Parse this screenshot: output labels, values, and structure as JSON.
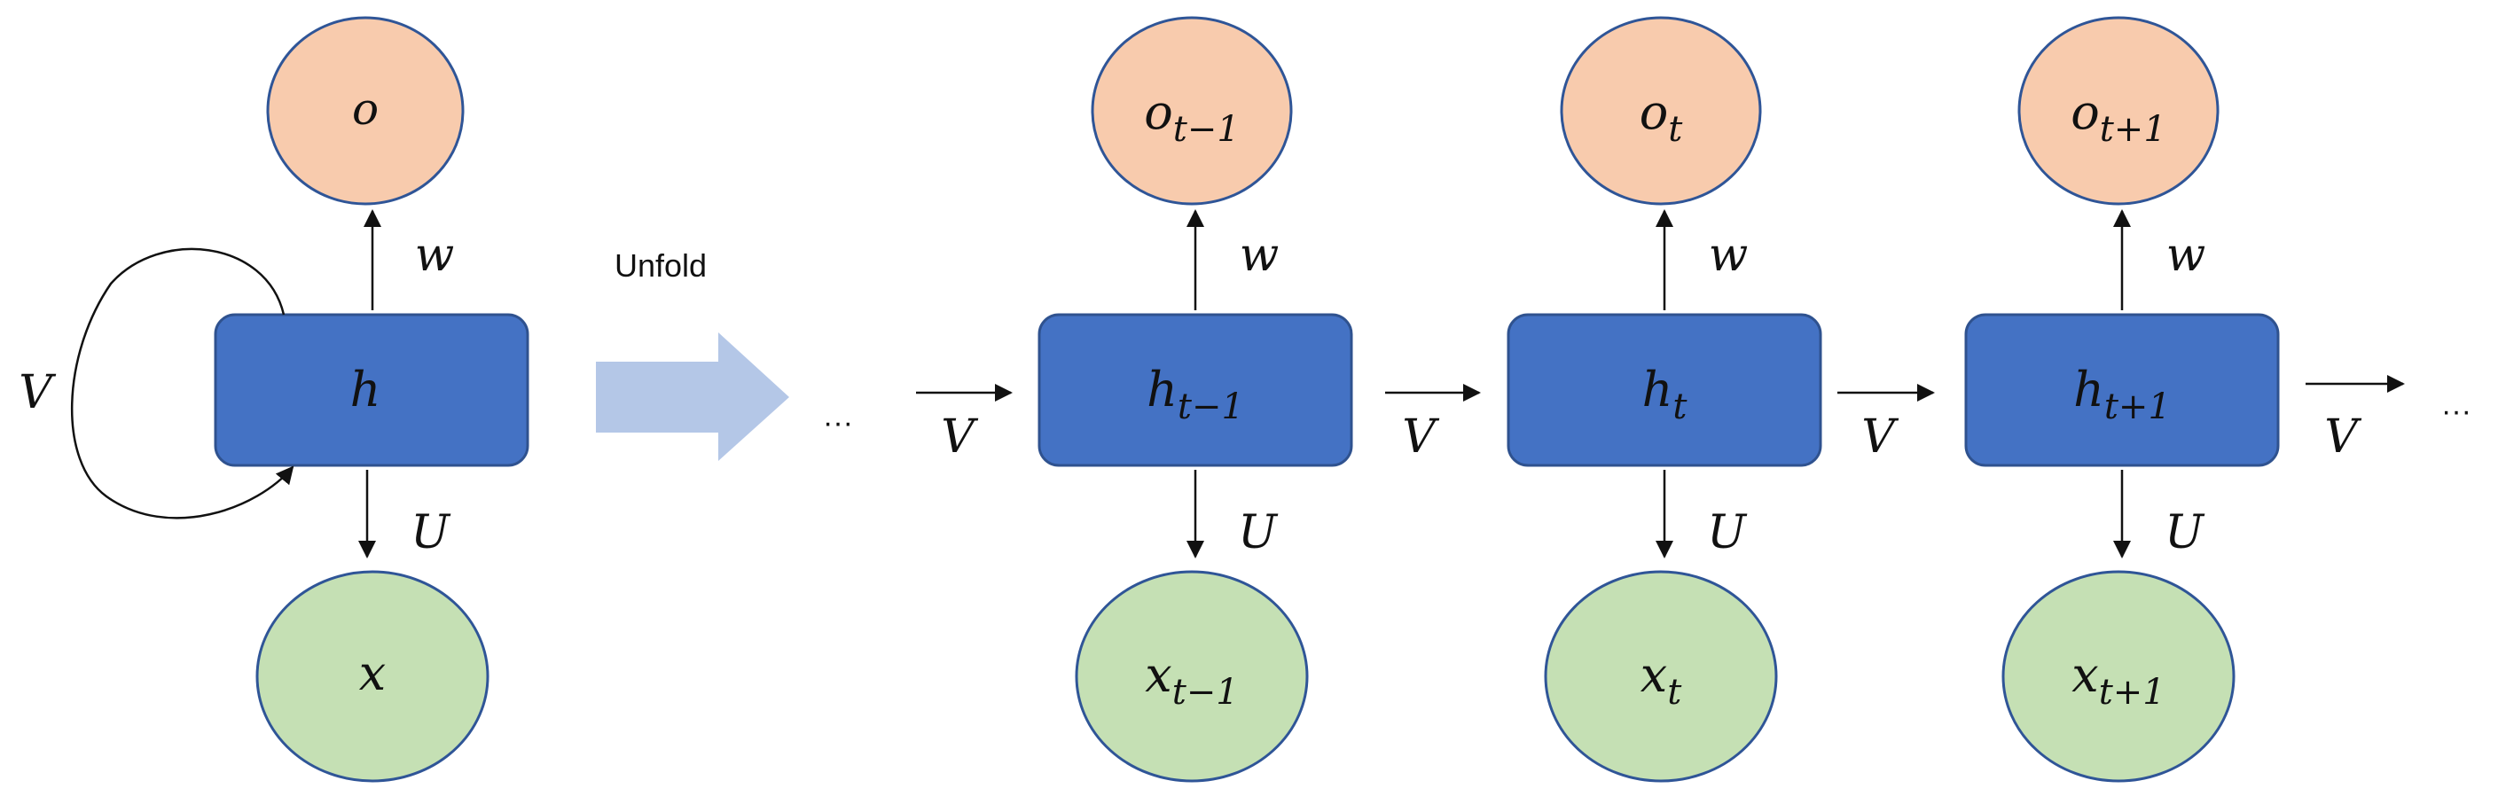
{
  "colors": {
    "hidden_fill": "#4472c4",
    "hidden_stroke": "#2f528f",
    "output_fill": "#f8cbad",
    "input_fill": "#c5e0b4",
    "node_stroke": "#2f5597",
    "unfold_arrow": "#b4c7e7",
    "line": "#111111"
  },
  "folded": {
    "output": "o",
    "hidden": "h",
    "input": "x",
    "w": "w",
    "u": "U",
    "v": "V"
  },
  "unfold_label": "Unfold",
  "ellipsis": "···",
  "steps": [
    {
      "output_base": "o",
      "output_sub": "t−1",
      "hidden_base": "h",
      "hidden_sub": "t−1",
      "input_base": "x",
      "input_sub": "t−1",
      "w": "w",
      "u": "U",
      "v_in": "V"
    },
    {
      "output_base": "o",
      "output_sub": "t",
      "hidden_base": "h",
      "hidden_sub": "t",
      "input_base": "x",
      "input_sub": "t",
      "w": "w",
      "u": "U",
      "v_in": "V"
    },
    {
      "output_base": "o",
      "output_sub": "t+1",
      "hidden_base": "h",
      "hidden_sub": "t+1",
      "input_base": "x",
      "input_sub": "t+1",
      "w": "w",
      "u": "U",
      "v_in": "V"
    }
  ],
  "v_out": "V"
}
